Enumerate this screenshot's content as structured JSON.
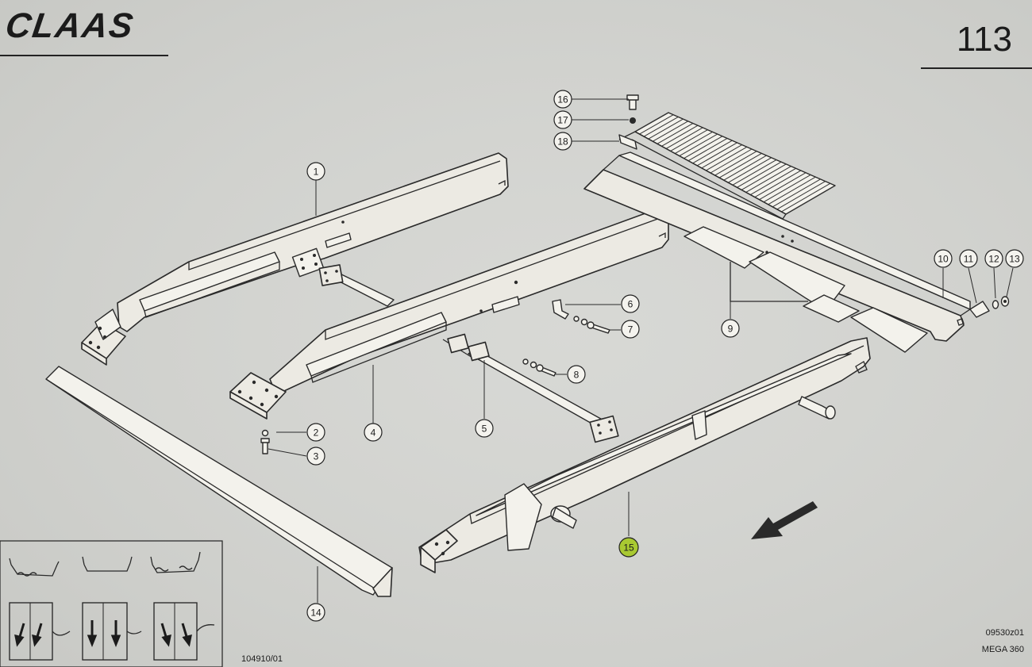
{
  "header": {
    "brand_logo": "CLAAS",
    "page_number": "113"
  },
  "footer": {
    "drawing_code": "09530z01",
    "model": "MEGA 360",
    "document_number": "104910/01"
  },
  "callouts": [
    {
      "id": "1",
      "label": "1",
      "highlighted": false
    },
    {
      "id": "2",
      "label": "2",
      "highlighted": false
    },
    {
      "id": "3",
      "label": "3",
      "highlighted": false
    },
    {
      "id": "4",
      "label": "4",
      "highlighted": false
    },
    {
      "id": "5",
      "label": "5",
      "highlighted": false
    },
    {
      "id": "6",
      "label": "6",
      "highlighted": false
    },
    {
      "id": "7",
      "label": "7",
      "highlighted": false
    },
    {
      "id": "8",
      "label": "8",
      "highlighted": false
    },
    {
      "id": "9",
      "label": "9",
      "highlighted": false
    },
    {
      "id": "10",
      "label": "10",
      "highlighted": false
    },
    {
      "id": "11",
      "label": "11",
      "highlighted": false
    },
    {
      "id": "12",
      "label": "12",
      "highlighted": false
    },
    {
      "id": "13",
      "label": "13",
      "highlighted": false
    },
    {
      "id": "14",
      "label": "14",
      "highlighted": false
    },
    {
      "id": "15",
      "label": "15",
      "highlighted": true
    },
    {
      "id": "16",
      "label": "16",
      "highlighted": false
    },
    {
      "id": "17",
      "label": "17",
      "highlighted": false
    },
    {
      "id": "18",
      "label": "18",
      "highlighted": false
    }
  ],
  "colors": {
    "highlight": "#a9c932",
    "paper": "#cfd0cc",
    "ink": "#2a2a2a"
  },
  "icons": [
    "direction-arrow-icon",
    "variant-legend-icon"
  ]
}
